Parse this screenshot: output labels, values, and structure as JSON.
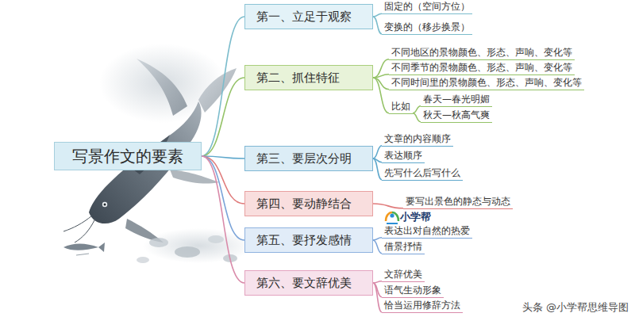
{
  "diagram": {
    "nodes": [
      {
        "text": [
          "写景作文的要素"
        ]
      },
      {
        "text": [
          "第一、立足于观察"
        ]
      },
      {
        "text": [
          "固定的（空间方位）"
        ]
      },
      {
        "text": [
          "变换的（移步换景）"
        ]
      },
      {
        "text": [
          "第二、抓住特征"
        ]
      },
      {
        "text": [
          "不同地区的景物颜色、形态、声响、变化等"
        ]
      },
      {
        "text": [
          "不同季节的景物颜色、形态、声响、变化等"
        ]
      },
      {
        "text": [
          "不同时间里的景物颜色、形态、声响、变化等"
        ]
      },
      {
        "text": [
          "比如"
        ]
      },
      {
        "text": [
          "春天—春光明媚"
        ]
      },
      {
        "text": [
          "秋天—秋高气爽"
        ]
      },
      {
        "text": [
          "第三、要层次分明"
        ]
      },
      {
        "text": [
          "文章的内容顺序"
        ]
      },
      {
        "text": [
          "表达顺序"
        ]
      },
      {
        "text": [
          "先写什么后写什么"
        ]
      },
      {
        "text": [
          "第四、要动静结合"
        ]
      },
      {
        "text": [
          "要写出景色的静态与动态"
        ]
      },
      {
        "text": [
          "第五、要抒发感情"
        ]
      },
      {
        "text": [
          "表达出对自然的热爱"
        ]
      },
      {
        "text": [
          "借景抒情"
        ]
      },
      {
        "text": [
          "第六、要文辞优美"
        ]
      },
      {
        "text": [
          "文辞优美"
        ]
      },
      {
        "text": [
          "语气生动形象"
        ]
      },
      {
        "text": [
          "恰当运用修辞方法"
        ]
      }
    ],
    "edges": [
      {
        "from": 0,
        "to": 1,
        "arrow": "none"
      },
      {
        "from": 1,
        "to": 2,
        "arrow": "none"
      },
      {
        "from": 1,
        "to": 3,
        "arrow": "none"
      },
      {
        "from": 0,
        "to": 4,
        "arrow": "none"
      },
      {
        "from": 4,
        "to": 5,
        "arrow": "none"
      },
      {
        "from": 4,
        "to": 6,
        "arrow": "none"
      },
      {
        "from": 4,
        "to": 7,
        "arrow": "none"
      },
      {
        "from": 4,
        "to": 8,
        "arrow": "none"
      },
      {
        "from": 8,
        "to": 9,
        "arrow": "none"
      },
      {
        "from": 8,
        "to": 10,
        "arrow": "none"
      },
      {
        "from": 0,
        "to": 11,
        "arrow": "none"
      },
      {
        "from": 11,
        "to": 12,
        "arrow": "none"
      },
      {
        "from": 11,
        "to": 13,
        "arrow": "none"
      },
      {
        "from": 11,
        "to": 14,
        "arrow": "none"
      },
      {
        "from": 0,
        "to": 15,
        "arrow": "none"
      },
      {
        "from": 15,
        "to": 16,
        "arrow": "none"
      },
      {
        "from": 0,
        "to": 17,
        "arrow": "none"
      },
      {
        "from": 17,
        "to": 18,
        "arrow": "none"
      },
      {
        "from": 17,
        "to": 19,
        "arrow": "none"
      },
      {
        "from": 0,
        "to": 20,
        "arrow": "none"
      },
      {
        "from": 20,
        "to": 21,
        "arrow": "none"
      },
      {
        "from": 20,
        "to": 22,
        "arrow": "none"
      },
      {
        "from": 20,
        "to": 23,
        "arrow": "none"
      }
    ],
    "labels": [
      "小学帮",
      "头条 @小学帮思维导图"
    ]
  }
}
